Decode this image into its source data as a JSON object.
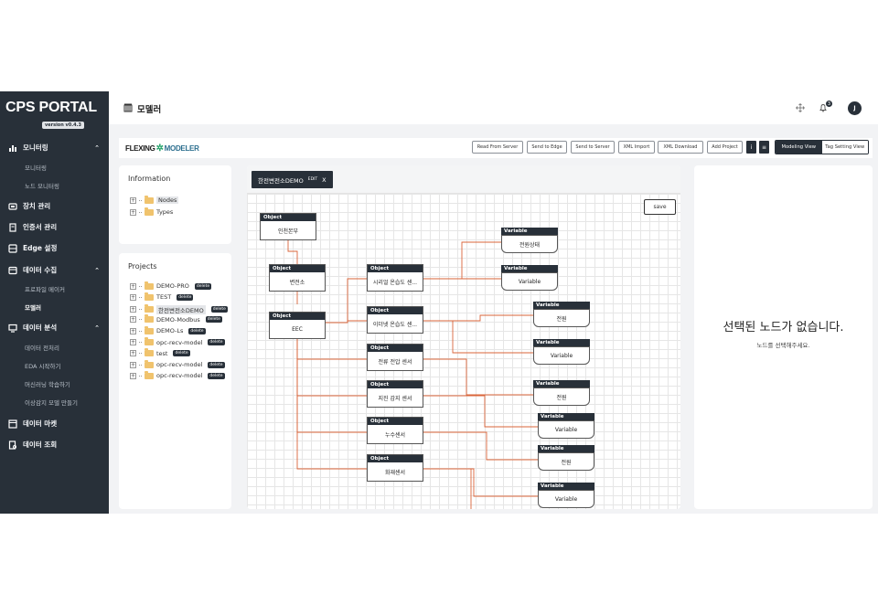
{
  "sidebar": {
    "brand": "CPS PORTAL",
    "version": "version v0.4.3",
    "sections": [
      {
        "label": "모니터링",
        "icon": "chart-icon",
        "expanded": true,
        "subs": [
          "모니터링",
          "노드 모니터링"
        ]
      },
      {
        "label": "장치 관리",
        "icon": "device-icon"
      },
      {
        "label": "인증서 관리",
        "icon": "certificate-icon"
      },
      {
        "label": "Edge 설정",
        "icon": "edge-icon"
      },
      {
        "label": "데이터 수집",
        "icon": "database-icon",
        "expanded": true,
        "subs": [
          "프로파일 메이커",
          "모델러"
        ]
      },
      {
        "label": "데이터 분석",
        "icon": "monitor-icon",
        "expanded": true,
        "subs": [
          "데이터 전처리",
          "EDA 시작하기",
          "머신러닝 학습하기",
          "이상감지 모델 만들기"
        ]
      },
      {
        "label": "데이터 마켓",
        "icon": "market-icon"
      },
      {
        "label": "데이터 조회",
        "icon": "search-doc-icon"
      }
    ],
    "active_sub": "모델러"
  },
  "header": {
    "title": "모델러",
    "notification_count": "3",
    "avatar_initial": "J"
  },
  "toolbar": {
    "logo_left": "FLEXING",
    "logo_right": "MODELER",
    "buttons": [
      "Read From Server",
      "Send to Edge",
      "Send to Server",
      "XML Import",
      "XML Download",
      "Add Project"
    ],
    "info_label": "i",
    "list_label": "≡",
    "views": [
      "Modeling View",
      "Tag Setting View"
    ],
    "active_view": "Modeling View"
  },
  "information": {
    "title": "Information",
    "items": [
      "Nodes",
      "Types"
    ]
  },
  "projects": {
    "title": "Projects",
    "delete_label": "delete",
    "selected": "한전변전소DEMO",
    "items": [
      "DEMO-PRO",
      "TEST",
      "한전변전소DEMO",
      "DEMO-Modbus",
      "DEMO-Ls",
      "opc-recv-model",
      "test",
      "opc-recv-model",
      "opc-recv-model"
    ]
  },
  "canvas": {
    "tab_label": "한전변전소DEMO",
    "tab_edit": "EDIT",
    "tab_close": "X",
    "save_label": "save",
    "object_header": "Object",
    "variable_header": "Variable",
    "objects": [
      "인천본부",
      "변전소",
      "EEC",
      "시리얼 온습도 센...",
      "이더넷 온습도 센...",
      "전류 전압 센서",
      "지진 감지 센서",
      "누수센서",
      "화재센서"
    ],
    "variables": [
      "전원상태",
      "Variable",
      "전원",
      "Variable",
      "전원",
      "Variable",
      "전원",
      "Variable"
    ]
  },
  "detail": {
    "empty_title": "선택된 노드가 없습니다.",
    "empty_subtitle": "노드를 선택해주세요."
  },
  "colors": {
    "sidebar_bg": "#283039",
    "link_color": "#d9643a",
    "node_header": "#283039"
  }
}
